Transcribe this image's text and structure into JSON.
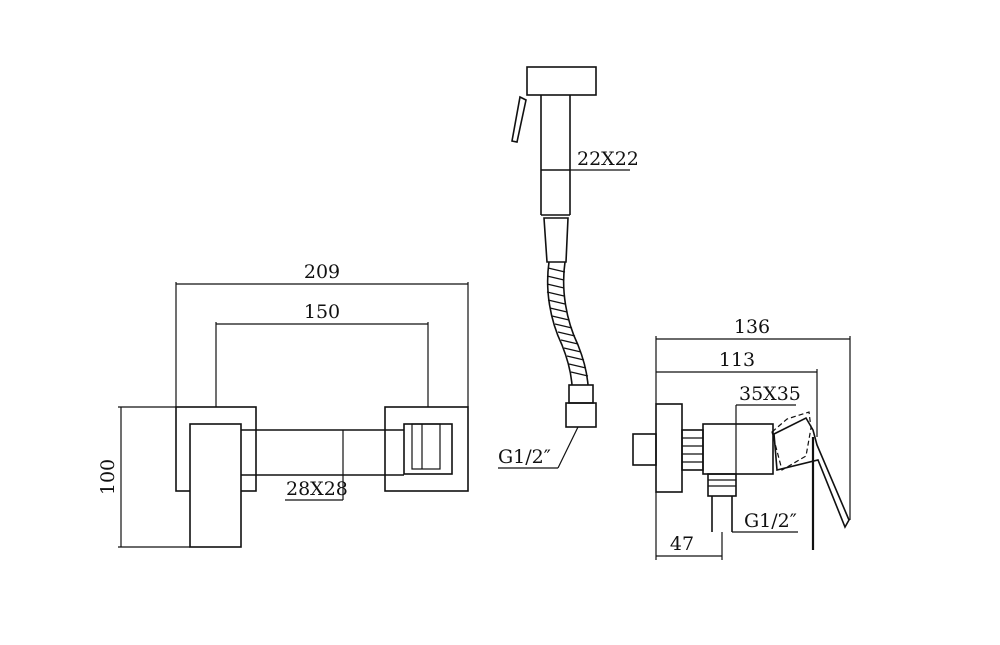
{
  "dimensions": {
    "front_total_width": "209",
    "front_spacing": "150",
    "front_height": "100",
    "front_bar_section": "28X28",
    "sprayer_section": "22X22",
    "hose_thread": "G1/2″",
    "side_total_depth": "136",
    "side_body_depth": "113",
    "side_body_section": "35X35",
    "side_outlet_thread": "G1/2″",
    "side_outlet_offset": "47"
  }
}
